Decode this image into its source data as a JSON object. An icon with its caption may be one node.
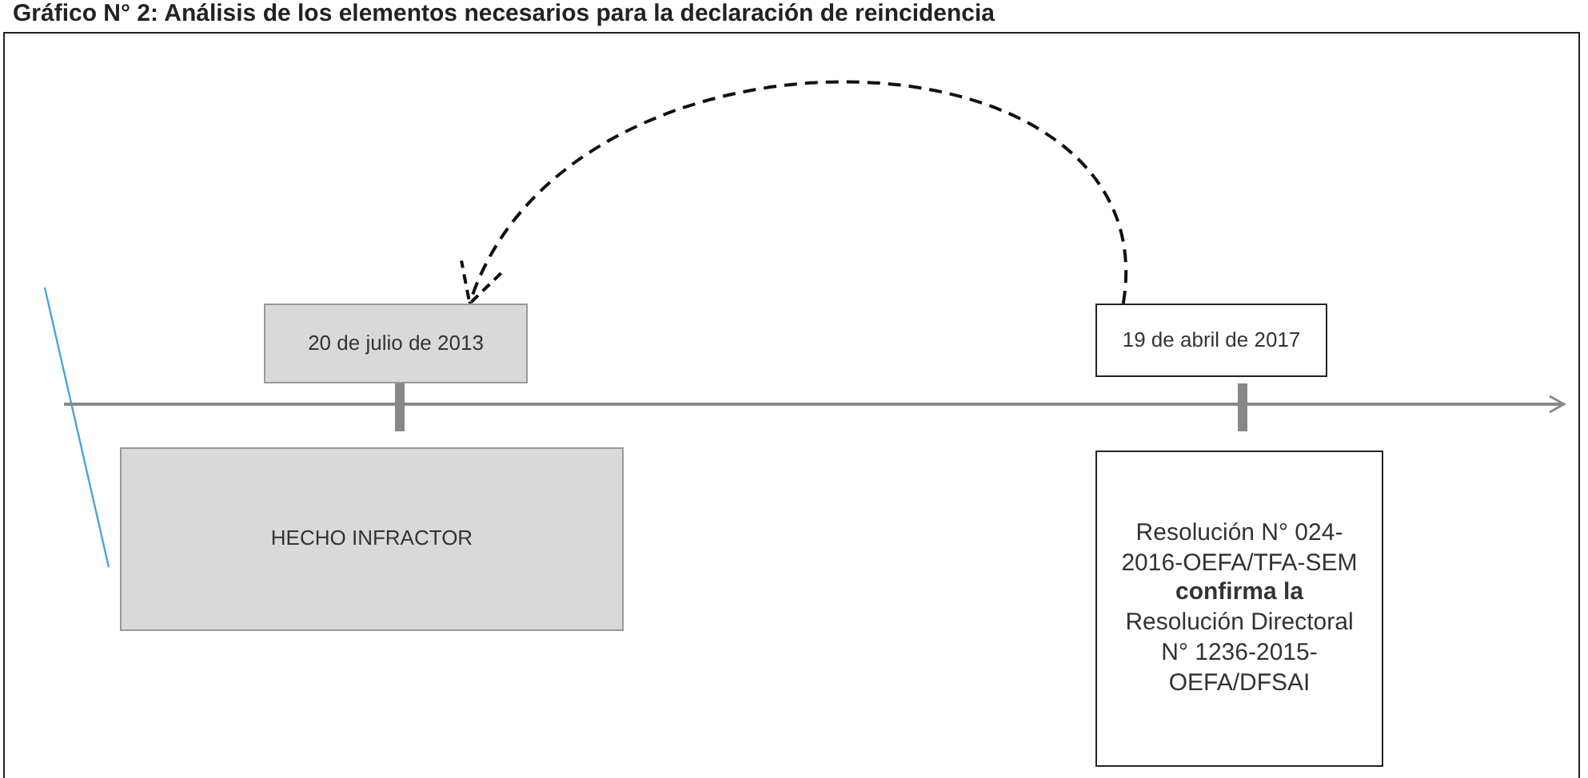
{
  "diagram": {
    "title": "Gráfico N° 2: Análisis de los elementos necesarios para la declaración de reincidencia",
    "nodes": [
      {
        "text": [
          "20 de julio de 2013"
        ]
      },
      {
        "text": [
          "19 de abril de 2017"
        ]
      },
      {
        "text": [
          "HECHO INFRACTOR"
        ]
      },
      {
        "text": [
          "Resolución N° 024-2016-OEFA/TFA-SEM **confirma la** Resolución Directoral N° 1236-2015-OEFA/DFSAI"
        ]
      }
    ],
    "edges": [
      {
        "from": 1,
        "to": 0,
        "arrow": "to",
        "style": "dashed"
      }
    ]
  }
}
